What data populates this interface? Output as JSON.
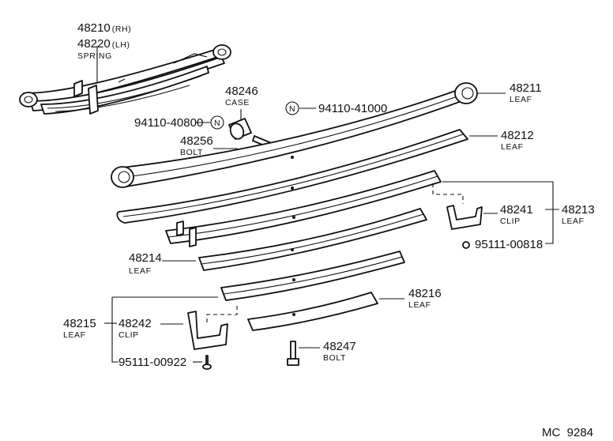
{
  "parts": {
    "spring": {
      "rh": "48210",
      "rh_side": "(RH)",
      "lh": "48220",
      "lh_side": "(LH)",
      "name": "SPRING"
    },
    "case": {
      "number": "48246",
      "name": "CASE"
    },
    "nut_left": {
      "symbol": "N",
      "number": "94110-40800"
    },
    "nut_right": {
      "symbol": "N",
      "number": "94110-41000"
    },
    "bolt_center": {
      "number": "48256",
      "name": "BOLT"
    },
    "leaf_48211": {
      "number": "48211",
      "name": "LEAF"
    },
    "leaf_48212": {
      "number": "48212",
      "name": "LEAF"
    },
    "clip_48241": {
      "number": "48241",
      "name": "CLIP"
    },
    "leaf_48213": {
      "number": "48213",
      "name": "LEAF"
    },
    "bolt_95111_right": {
      "number": "95111-00818"
    },
    "leaf_48214": {
      "number": "48214",
      "name": "LEAF"
    },
    "leaf_48216": {
      "number": "48216",
      "name": "LEAF"
    },
    "leaf_48215": {
      "number": "48215",
      "name": "LEAF"
    },
    "clip_48242": {
      "number": "48242",
      "name": "CLIP"
    },
    "bolt_95111_left": {
      "number": "95111-00922"
    },
    "bolt_48247": {
      "number": "48247",
      "name": "BOLT"
    }
  },
  "footer": {
    "code": "MC  9284"
  }
}
